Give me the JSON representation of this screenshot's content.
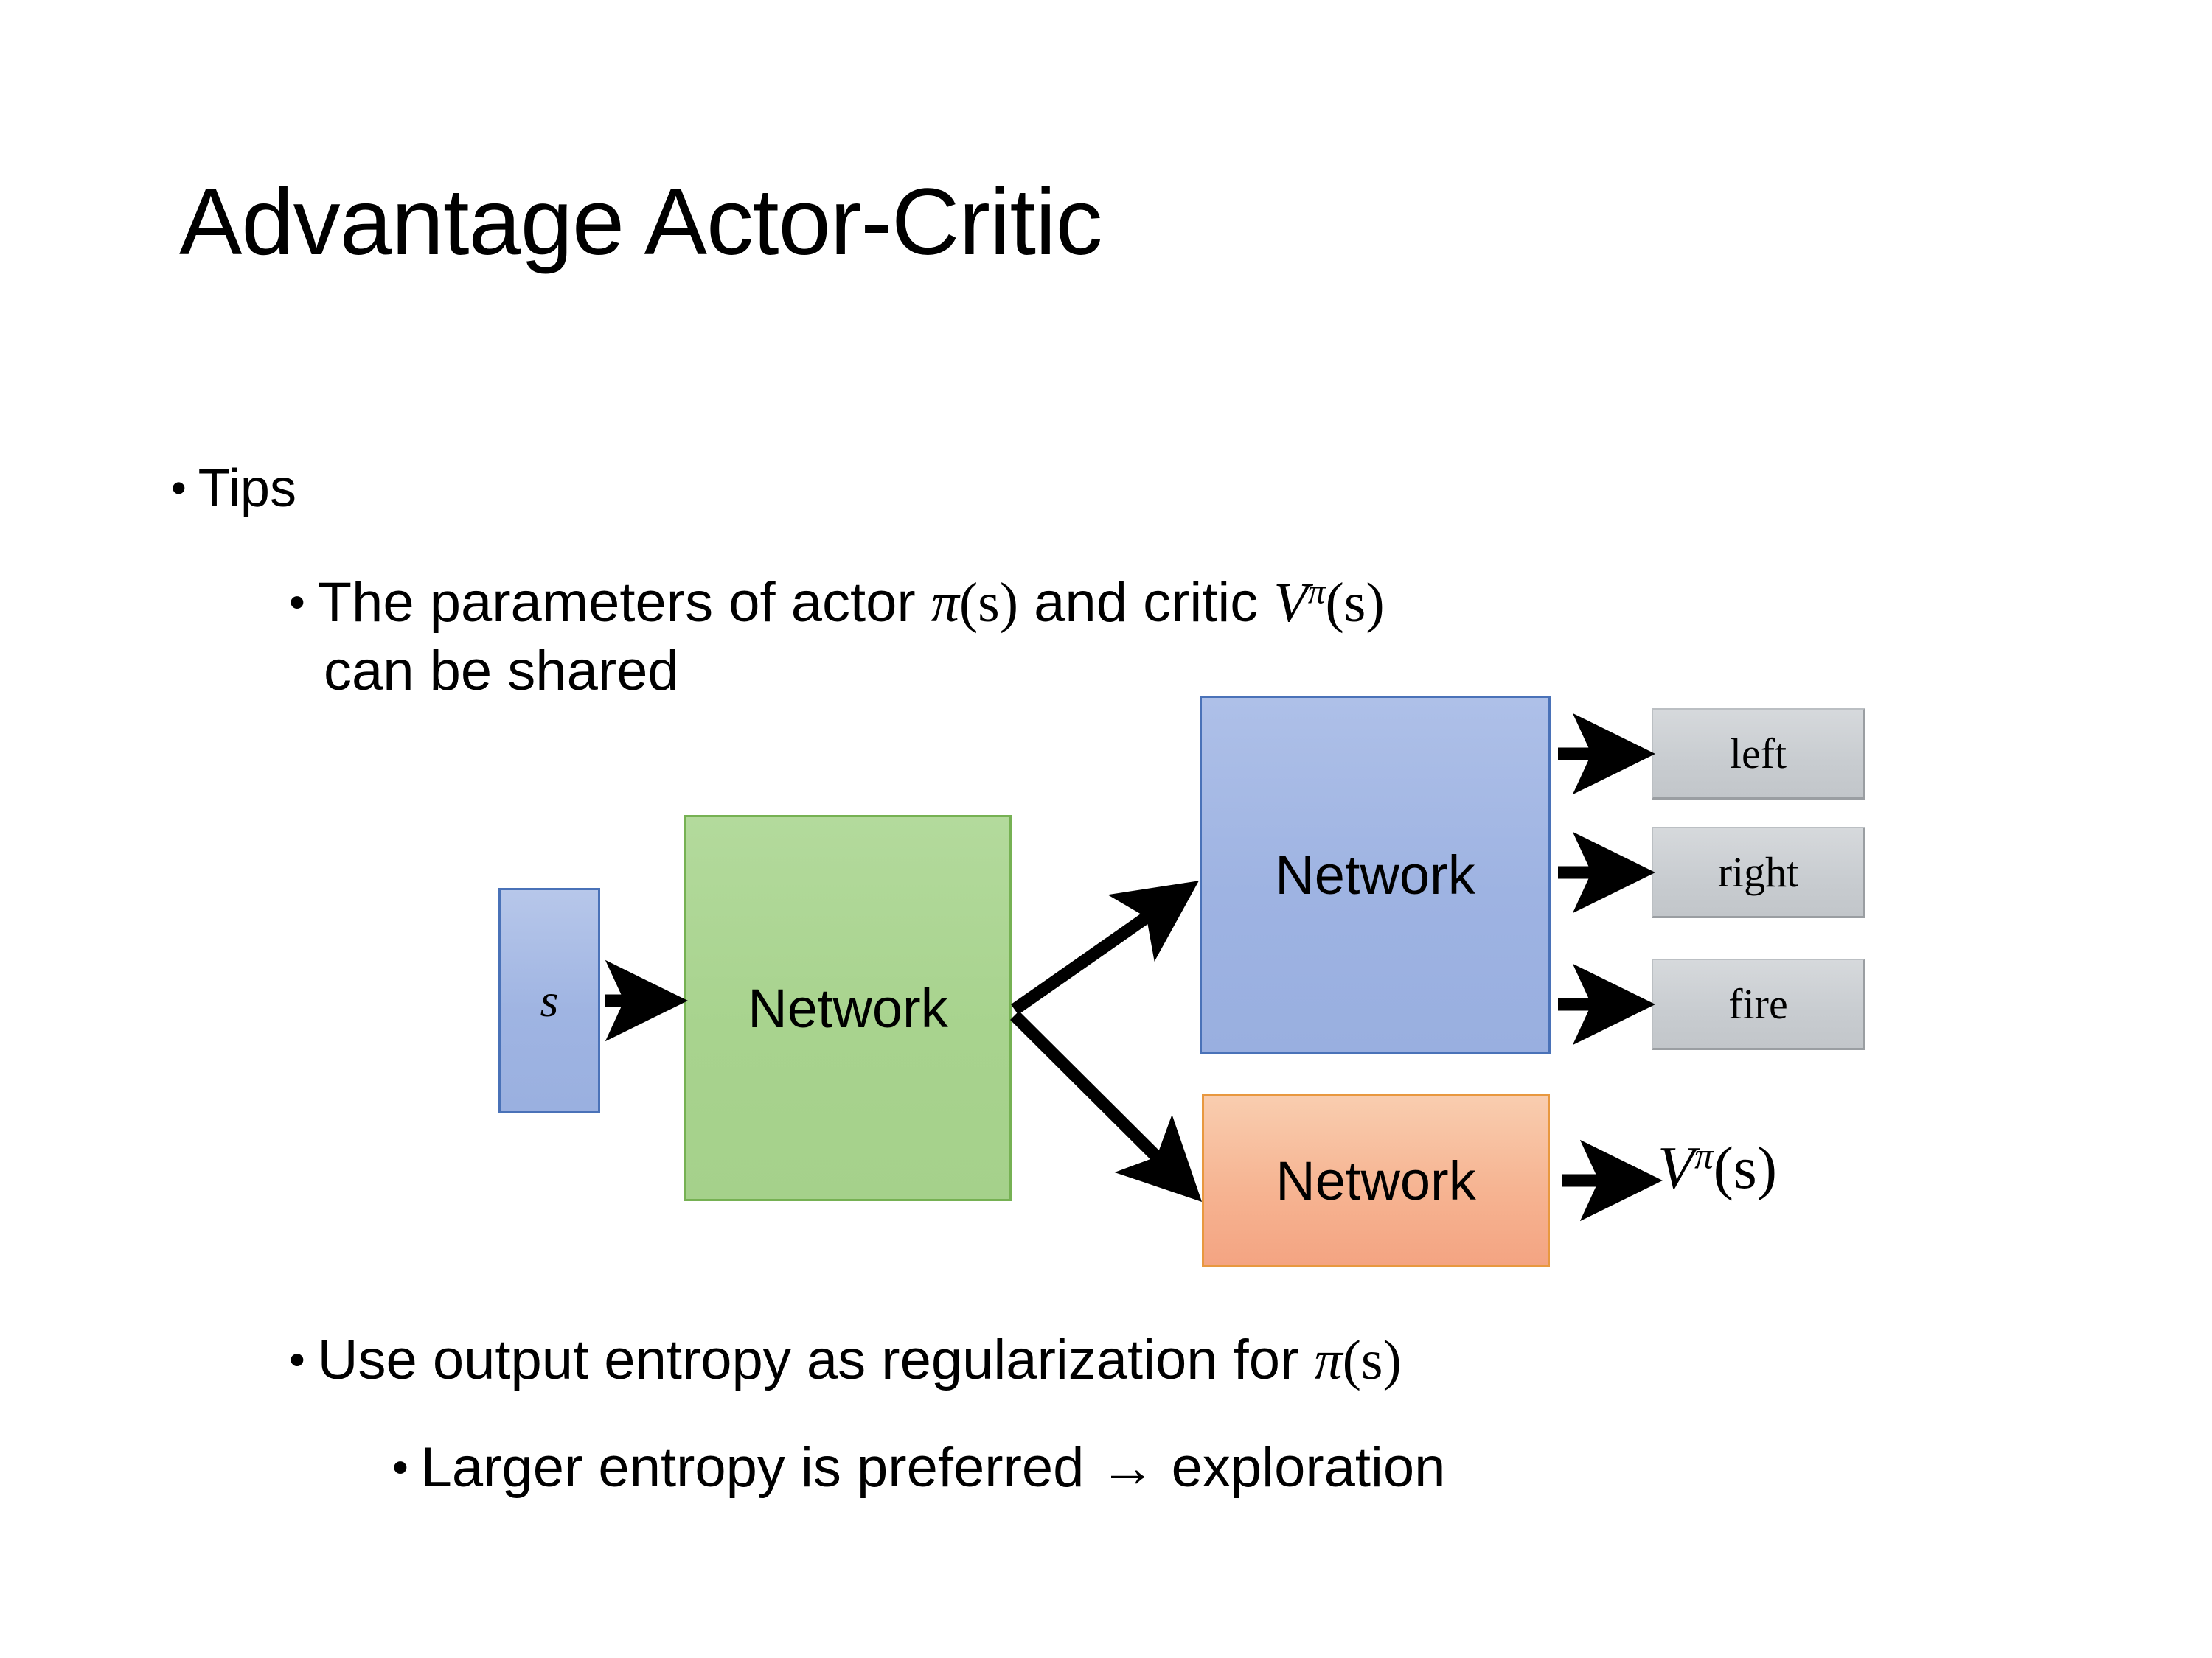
{
  "slide": {
    "title": "Advantage Actor-Critic",
    "background_color": "#FFFFFF"
  },
  "bullets": {
    "level1_tips": "Tips",
    "params_line1_a": "The parameters of actor ",
    "params_pi": "π",
    "params_pi_arg": "(s)",
    "params_line1_b": "  and critic ",
    "params_V": "V",
    "params_V_sup": "π",
    "params_V_arg": "(s)",
    "params_line2": "can be shared",
    "entropy_a": "Use output entropy as regularization for ",
    "entropy_pi": "π",
    "entropy_pi_arg": "(s)",
    "larger": "Larger entropy is preferred → exploration",
    "bullet_glyph": "•"
  },
  "diagram": {
    "input_label": "s",
    "shared_network_label": "Network",
    "actor_network_label": "Network",
    "critic_network_label": "Network",
    "outputs": [
      {
        "label": "left"
      },
      {
        "label": "right"
      },
      {
        "label": "fire"
      }
    ],
    "critic_output_V": "V",
    "critic_output_sup": "π",
    "critic_output_arg": "(s)",
    "colors": {
      "input_fill": "#9FB4E2",
      "input_border": "#4A72B8",
      "shared_fill": "#A8D38E",
      "shared_border": "#76B153",
      "actor_fill": "#9EB3E2",
      "actor_border": "#4A72B8",
      "critic_fill": "#F4A482",
      "critic_border": "#E8983F",
      "output_fill": "#C8CCD0",
      "output_border": "#9A9EA2",
      "arrow_color": "#000000"
    }
  }
}
